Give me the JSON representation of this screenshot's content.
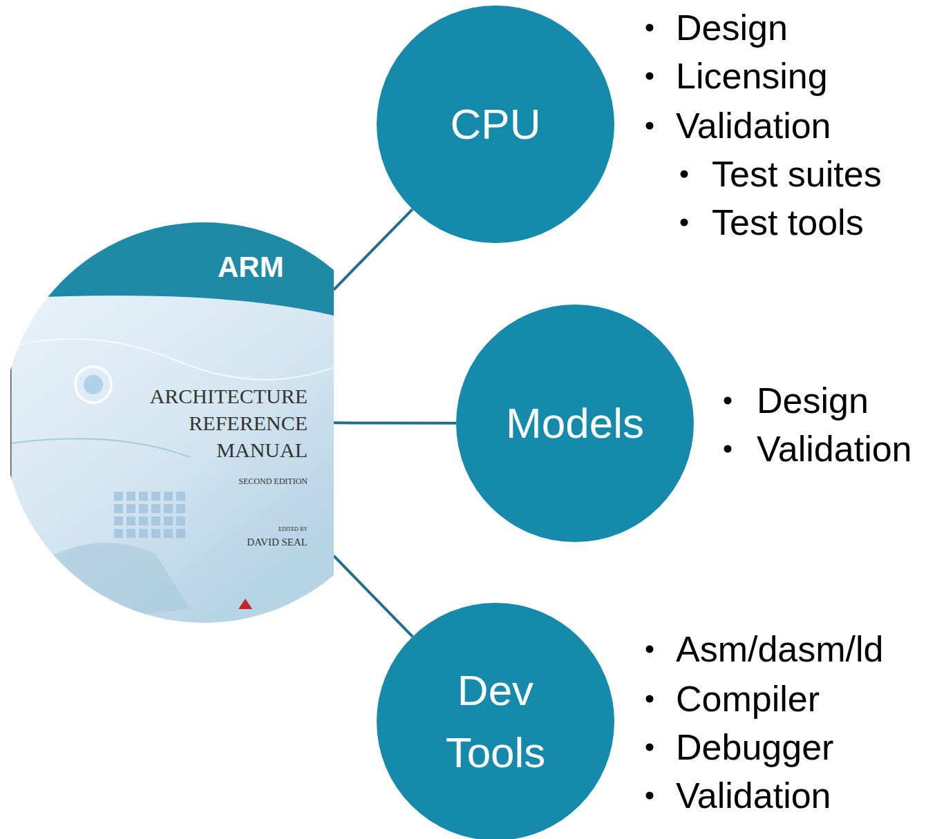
{
  "diagram": {
    "nodes": [
      {
        "text": [
          "ARM",
          "ARCHITECTURE REFERENCE MANUAL",
          "SECOND EDITION",
          "EDITED BY",
          "DAVID SEAL"
        ]
      },
      {
        "text": [
          "CPU"
        ]
      },
      {
        "text": [
          "Models"
        ]
      },
      {
        "text": [
          "Dev Tools"
        ]
      }
    ],
    "edges": [
      {
        "from": 0,
        "to": 1,
        "arrow": "none"
      },
      {
        "from": 0,
        "to": 2,
        "arrow": "none"
      },
      {
        "from": 0,
        "to": 3,
        "arrow": "none"
      }
    ],
    "labels": [
      "Design",
      "Licensing",
      "Validation",
      "Test suites",
      "Test tools",
      "Design",
      "Validation",
      "Asm/dasm/ld",
      "Compiler",
      "Debugger",
      "Validation"
    ]
  }
}
